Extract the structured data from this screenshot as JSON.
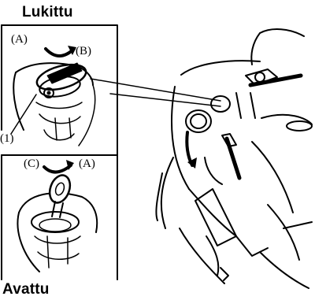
{
  "headings": {
    "top": "Lukittu",
    "bottom": "Avattu"
  },
  "callouts": {
    "a_top": "(A)",
    "b": "(B)",
    "one": "(1)",
    "c": "(C)",
    "a_bottom": "(A)"
  },
  "icons": [
    "curved-arrow-icon",
    "fuel-cap-icon",
    "ignition-key-icon",
    "motorcycle-icon"
  ],
  "colors": {
    "ink": "#000000",
    "paper": "#ffffff"
  }
}
